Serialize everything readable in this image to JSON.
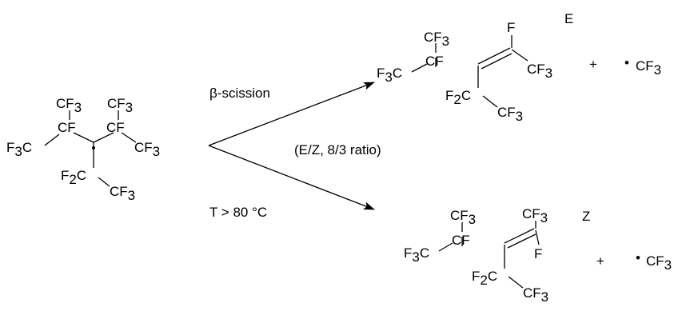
{
  "reactant": {
    "top_left_group": {
      "main": "CF",
      "sub": "3"
    },
    "top_right_group": {
      "main": "CF",
      "sub": "3"
    },
    "left_terminal": {
      "pre": "F",
      "sub": "3",
      "post": "C"
    },
    "carbon_a": "CF",
    "carbon_b": "CF",
    "right_terminal": {
      "main": "CF",
      "sub": "3"
    },
    "lower_chain": {
      "pre": "F",
      "sub": "2",
      "post": "C"
    },
    "lower_terminal": {
      "main": "CF",
      "sub": "3"
    }
  },
  "product_e": {
    "isomer_label": "E",
    "top_group": {
      "main": "CF",
      "sub": "3"
    },
    "vinyl_f": "F",
    "left_terminal": {
      "pre": "F",
      "sub": "3",
      "post": "C"
    },
    "carbon_a": "CF",
    "right_terminal": {
      "main": "CF",
      "sub": "3"
    },
    "lower_chain": {
      "pre": "F",
      "sub": "2",
      "post": "C"
    },
    "lower_terminal": {
      "main": "CF",
      "sub": "3"
    }
  },
  "product_z": {
    "isomer_label": "Z",
    "top_group": {
      "main": "CF",
      "sub": "3"
    },
    "top_right_group": {
      "main": "CF",
      "sub": "3"
    },
    "left_terminal": {
      "pre": "F",
      "sub": "3",
      "post": "C"
    },
    "carbon_a": "CF",
    "vinyl_f": "F",
    "lower_chain": {
      "pre": "F",
      "sub": "2",
      "post": "C"
    },
    "lower_terminal": {
      "main": "CF",
      "sub": "3"
    }
  },
  "byproduct": {
    "plus_sign": "+",
    "radical_dot": "•",
    "group": {
      "main": "CF",
      "sub": "3"
    }
  },
  "conditions": {
    "above_arrow": "β-scission",
    "middle": "(E/Z, 8/3 ratio)",
    "below_arrow": "T > 80 °C"
  }
}
